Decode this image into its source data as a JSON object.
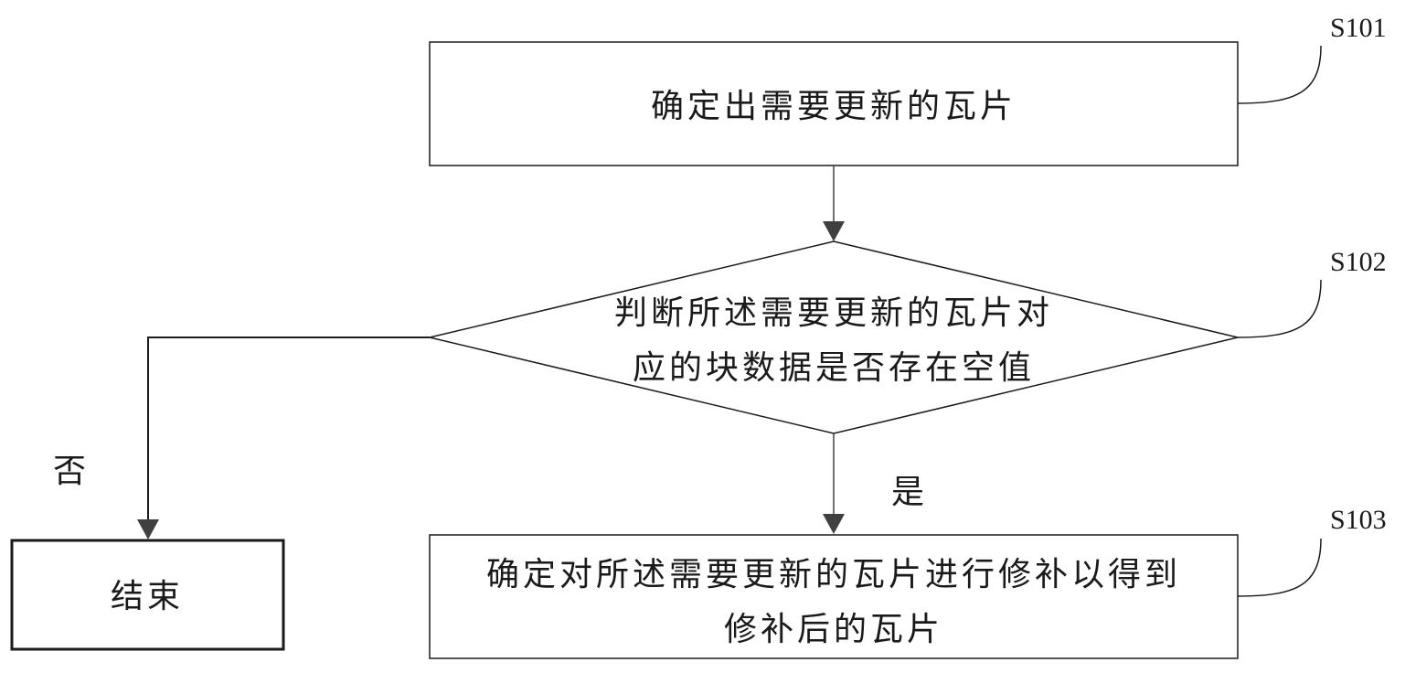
{
  "flowchart": {
    "steps": [
      {
        "id": "S101",
        "step_label": "S101",
        "shape": "rectangle",
        "text_lines": [
          "确定出需要更新的瓦片"
        ]
      },
      {
        "id": "S102",
        "step_label": "S102",
        "shape": "diamond",
        "text_lines": [
          "判断所述需要更新的瓦片对",
          "应的块数据是否存在空值"
        ]
      },
      {
        "id": "S103",
        "step_label": "S103",
        "shape": "rectangle",
        "text_lines": [
          "确定对所述需要更新的瓦片进行修补以得到",
          "修补后的瓦片"
        ]
      },
      {
        "id": "end",
        "shape": "rectangle-bold",
        "text_lines": [
          "结束"
        ]
      }
    ],
    "edges": [
      {
        "from": "S101",
        "to": "S102",
        "label": ""
      },
      {
        "from": "S102",
        "to": "S103",
        "label": "是"
      },
      {
        "from": "S102",
        "to": "end",
        "label": "否"
      }
    ]
  },
  "colors": {
    "stroke": "#1a1a1a",
    "arrow": "#404040",
    "background": "#ffffff"
  }
}
